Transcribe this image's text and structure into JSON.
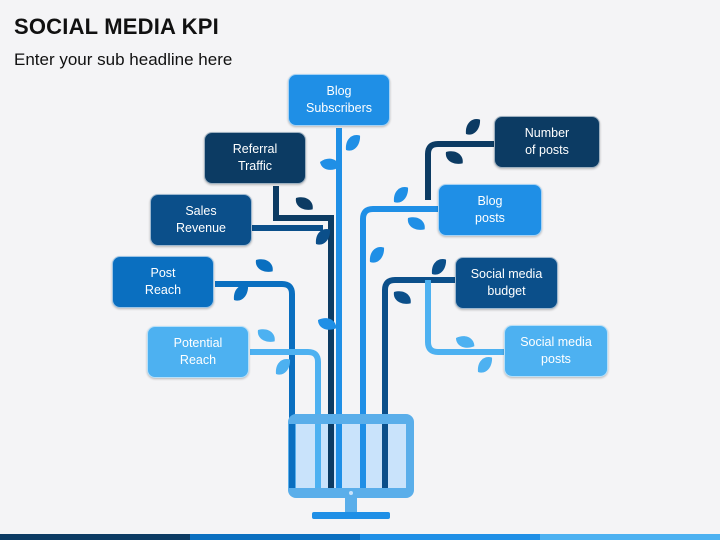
{
  "header": {
    "title": "SOCIAL MEDIA KPI",
    "subtitle": "Enter your sub headline here"
  },
  "colors": {
    "navy": "#0c3b63",
    "mid_blue": "#0a6fc0",
    "blue": "#1f8fe6",
    "light_blue": "#4db1f1",
    "monitor_screen": "#c9e3fb",
    "monitor_frame": "#5aaeea"
  },
  "nodes": [
    {
      "id": "blog-subscribers",
      "label": "Blog\nSubscribers",
      "color": "#1f8fe6"
    },
    {
      "id": "referral-traffic",
      "label": "Referral\nTraffic",
      "color": "#0c3b63"
    },
    {
      "id": "sales-revenue",
      "label": "Sales\nRevenue",
      "color": "#0b4f8a"
    },
    {
      "id": "post-reach",
      "label": "Post\nReach",
      "color": "#0a6fc0"
    },
    {
      "id": "potential-reach",
      "label": "Potential\nReach",
      "color": "#4db1f1"
    },
    {
      "id": "number-of-posts",
      "label": "Number\nof posts",
      "color": "#0c3b63"
    },
    {
      "id": "blog-posts",
      "label": "Blog\nposts",
      "color": "#1f8fe6"
    },
    {
      "id": "social-media-budget",
      "label": "Social media\nbudget",
      "color": "#0b4f8a"
    },
    {
      "id": "social-media-posts",
      "label": "Social media\nposts",
      "color": "#4db1f1"
    }
  ]
}
